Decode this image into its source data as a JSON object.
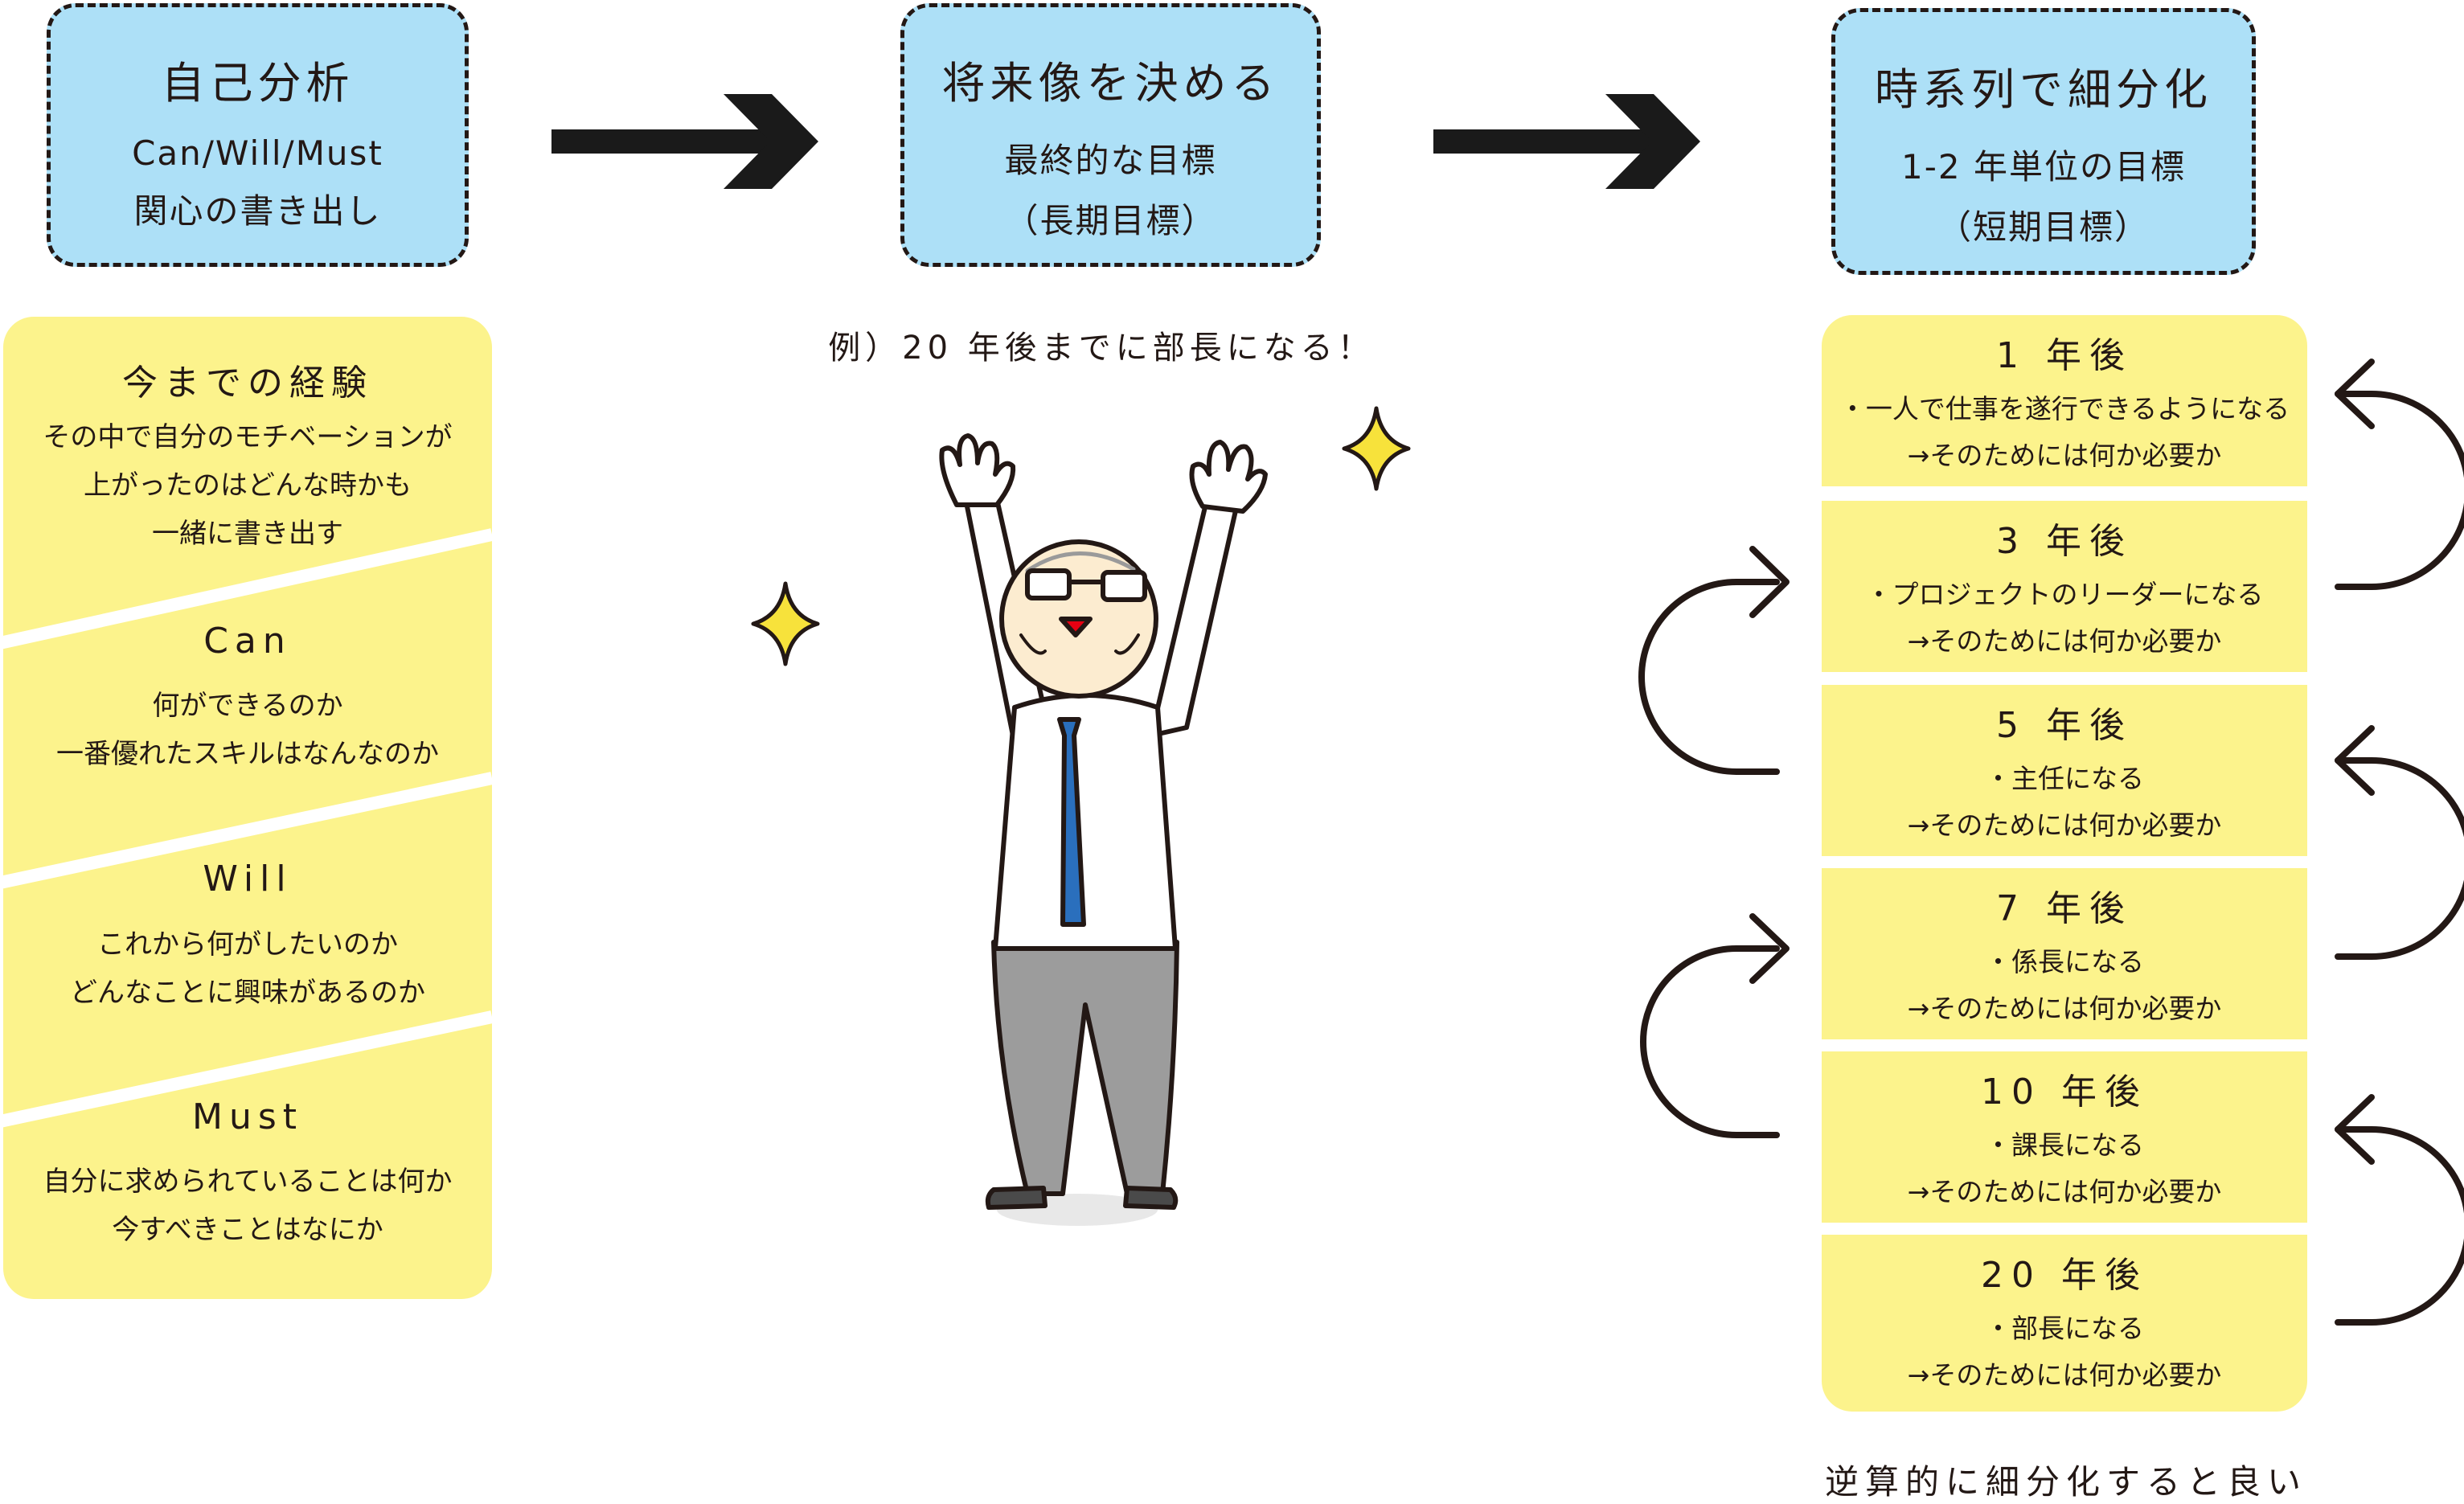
{
  "steps": [
    {
      "title": "自己分析",
      "line1": "Can/Will/Must",
      "line2": "関心の書き出し"
    },
    {
      "title": "将来像を決める",
      "line1": "最終的な目標",
      "line2": "（長期目標）"
    },
    {
      "title": "時系列で細分化",
      "line1": "1-2 年単位の目標",
      "line2": "（短期目標）"
    }
  ],
  "analysis": [
    {
      "title": "今までの経験",
      "lines": [
        "その中で自分のモチベーションが",
        "上がったのはどんな時かも",
        "一緒に書き出す"
      ]
    },
    {
      "title": "Can",
      "lines": [
        "何ができるのか",
        "一番優れたスキルはなんなのか"
      ]
    },
    {
      "title": "Will",
      "lines": [
        "これから何がしたいのか",
        "どんなことに興味があるのか"
      ]
    },
    {
      "title": "Must",
      "lines": [
        "自分に求められていることは何か",
        "今すべきことはなにか"
      ]
    }
  ],
  "example": "例）20 年後までに部長になる！",
  "timeline": [
    {
      "year": "1 年後",
      "goal": "・一人で仕事を遂行できるようになる",
      "note": "→そのためには何か必要か"
    },
    {
      "year": "3 年後",
      "goal": "・プロジェクトのリーダーになる",
      "note": "→そのためには何か必要か"
    },
    {
      "year": "5 年後",
      "goal": "・主任になる",
      "note": "→そのためには何か必要か"
    },
    {
      "year": "7 年後",
      "goal": "・係長になる",
      "note": "→そのためには何か必要か"
    },
    {
      "year": "10 年後",
      "goal": "・課長になる",
      "note": "→そのためには何か必要か"
    },
    {
      "year": "20 年後",
      "goal": "・部長になる",
      "note": "→そのためには何か必要か"
    }
  ],
  "footer": "逆算的に細分化すると良い",
  "colors": {
    "step_fill": "#ade0f7",
    "panel_fill": "#fcf38c",
    "ink": "#231815",
    "sparkle": "#f7e23b",
    "tie": "#2a6fbd",
    "pants": "#9c9c9c"
  },
  "icons": [
    "right-arrow-icon",
    "sparkle-icon",
    "curved-arrow-icon",
    "celebrating-man-illustration"
  ]
}
